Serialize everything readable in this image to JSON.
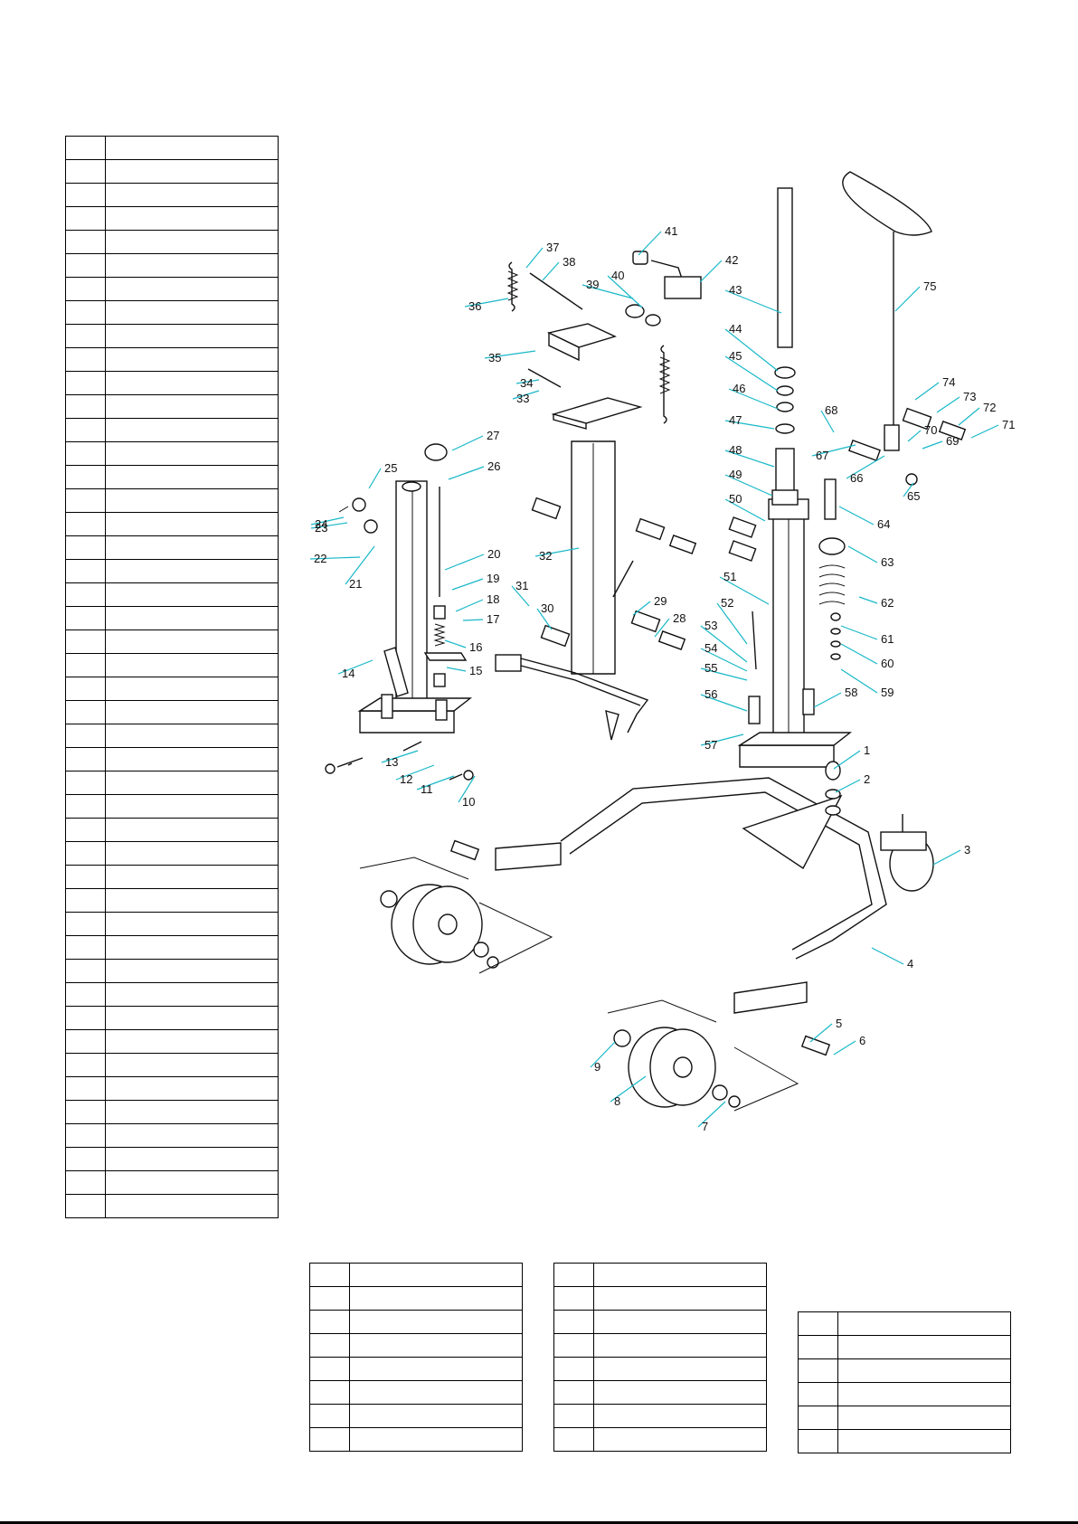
{
  "diagram": {
    "labels": [
      "1",
      "2",
      "3",
      "4",
      "5",
      "6",
      "7",
      "8",
      "9",
      "10",
      "11",
      "12",
      "13",
      "14",
      "15",
      "16",
      "17",
      "18",
      "19",
      "20",
      "21",
      "22",
      "23",
      "24",
      "25",
      "26",
      "27",
      "28",
      "29",
      "30",
      "31",
      "32",
      "33",
      "34",
      "35",
      "36",
      "37",
      "38",
      "39",
      "40",
      "41",
      "42",
      "43",
      "44",
      "45",
      "46",
      "47",
      "48",
      "49",
      "50",
      "51",
      "52",
      "53",
      "54",
      "55",
      "56",
      "57",
      "58",
      "59",
      "60",
      "61",
      "62",
      "63",
      "64",
      "65",
      "66",
      "67",
      "68",
      "69",
      "70",
      "71",
      "72",
      "73",
      "74",
      "75"
    ]
  },
  "tables": {
    "left_rows": 46,
    "col2_rows": 8,
    "col3_rows": 8,
    "col4_rows": 6
  },
  "colors": {
    "leader": "#18b8c8",
    "line": "#111111"
  }
}
